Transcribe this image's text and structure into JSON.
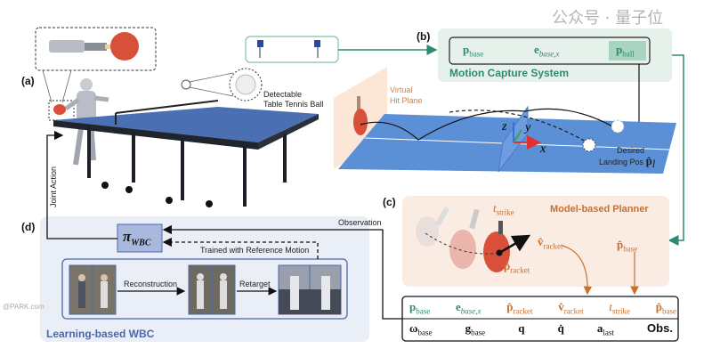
{
  "panels": {
    "a": {
      "label": "(a)",
      "ball_caption_line1": "Detectable",
      "ball_caption_line2": "Table Tennis Ball",
      "joint_action": "Joint Action"
    },
    "b": {
      "label": "(b)",
      "title": "Motion Capture System",
      "vars": [
        "p",
        "e",
        "p"
      ],
      "subs": [
        "base",
        "base,x",
        "ball"
      ],
      "hit_plane_line1": "Virtual",
      "hit_plane_line2": "Hit Plane",
      "axes": {
        "x": "x",
        "y": "y",
        "z": "z"
      },
      "landing_line1": "Desired",
      "landing_line2": "Landing Pos",
      "landing_symbol": "p̂",
      "landing_sub": "l"
    },
    "c": {
      "label": "(c)",
      "title": "Model-based Planner",
      "t_strike": "t",
      "t_strike_sub": "strike",
      "v_racket": "v̂",
      "v_racket_sub": "racket",
      "p_base": "p̂",
      "p_base_sub": "base",
      "p_racket": "p̂",
      "p_racket_sub": "racket"
    },
    "d": {
      "label": "(d)",
      "title": "Learning-based WBC",
      "policy": "π",
      "policy_sub": "WBC",
      "observation": "Observation",
      "trained": "Trained with Reference Motion",
      "reconstruction": "Reconstruction",
      "retarget": "Retarget"
    }
  },
  "obs_table": {
    "row1": [
      {
        "sym": "p",
        "sub": "base",
        "color": "teal"
      },
      {
        "sym": "e",
        "sub": "base,x",
        "color": "teal"
      },
      {
        "sym": "p̂",
        "sub": "racket",
        "color": "orange"
      },
      {
        "sym": "v̂",
        "sub": "racket",
        "color": "orange"
      },
      {
        "sym": "t",
        "sub": "strike",
        "color": "orange"
      },
      {
        "sym": "p̂",
        "sub": "base",
        "color": "orange"
      }
    ],
    "row2": [
      {
        "sym": "ω",
        "sub": "base"
      },
      {
        "sym": "g",
        "sub": "base"
      },
      {
        "sym": "q",
        "sub": ""
      },
      {
        "sym": "q̇",
        "sub": ""
      },
      {
        "sym": "a",
        "sub": "last"
      }
    ],
    "obs_label": "Obs."
  },
  "colors": {
    "teal": "#2e8a72",
    "mocap_panel": "#e6f1ec",
    "orange": "#c7702f",
    "planner_panel": "#fbece3",
    "wbc_panel": "#eaeef7",
    "wbc_border": "#4a68b0",
    "table_blue": "#5b8fd6"
  },
  "watermarks": {
    "left": "@PARK.com",
    "right": "公众号 · 量子位"
  }
}
